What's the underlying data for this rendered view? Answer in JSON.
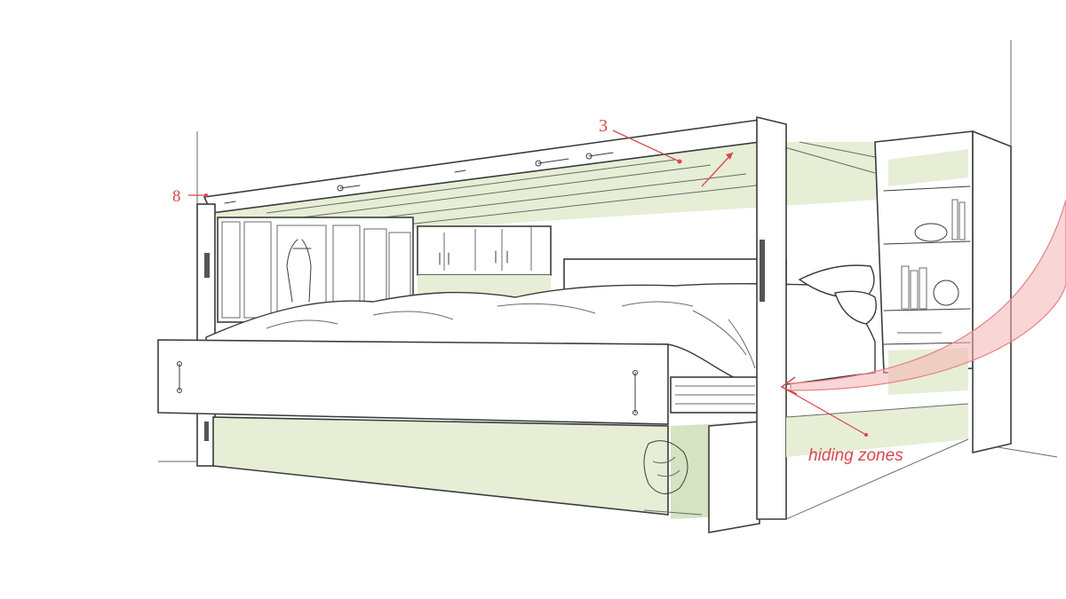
{
  "annotations": {
    "top_marker": "3",
    "left_marker": "8",
    "callout": "hiding zones"
  },
  "colors": {
    "ink": "#3b3b3b",
    "accent_red": "#d8474b",
    "sage_green": "#e6eed6",
    "arrow_pink": "#f4b3b4"
  }
}
